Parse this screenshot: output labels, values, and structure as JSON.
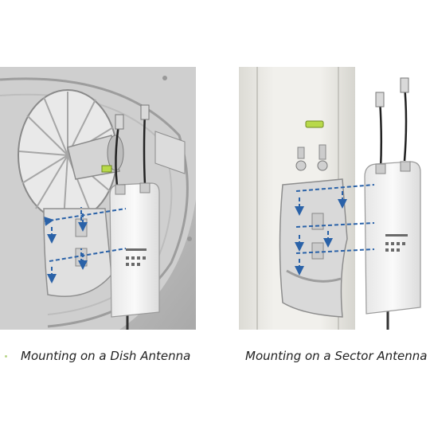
{
  "panels": [
    {
      "caption": "Mounting on a Dish Antenna"
    },
    {
      "caption": "Mounting on a Sector Antenna"
    }
  ],
  "colors": {
    "guide_arrow": "#2a62a8",
    "dish_metal": "#c7c7c7",
    "device_body": "#f4f4f4",
    "sector_panel": "#e9e8e3",
    "bubble_level": "#b8d94a"
  },
  "icons": [
    "dish-antenna-illustration",
    "sector-antenna-illustration",
    "radio-device-icon",
    "mounting-bracket-icon",
    "guide-arrow-icon"
  ]
}
